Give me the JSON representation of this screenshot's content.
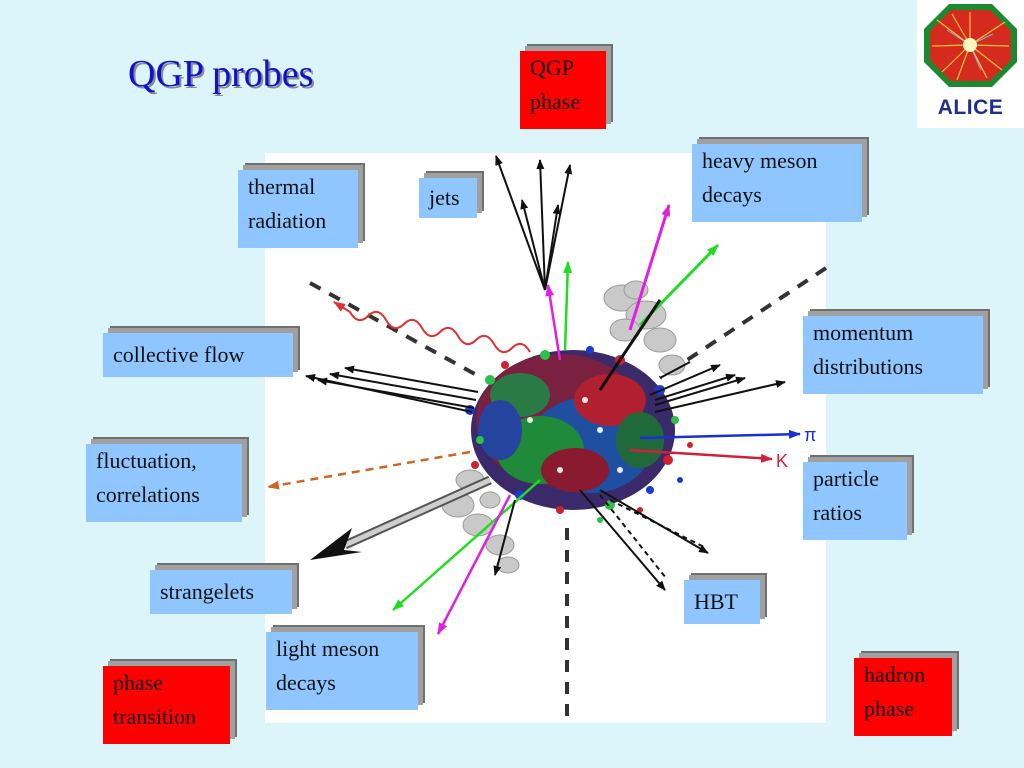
{
  "title": "QGP probes",
  "logo_text": "ALICE",
  "labels": {
    "qgp_phase": [
      "QGP",
      "phase"
    ],
    "heavy_meson_decays": [
      "heavy meson",
      "decays"
    ],
    "thermal_radiation": [
      "thermal",
      "radiation"
    ],
    "jets": [
      "jets"
    ],
    "momentum_distributions": [
      "momentum",
      "distributions"
    ],
    "collective_flow": [
      "collective flow"
    ],
    "fluctuation_correlations": [
      "fluctuation,",
      "correlations"
    ],
    "particle_ratios": [
      "particle",
      "ratios"
    ],
    "strangelets": [
      "strangelets"
    ],
    "hbt": [
      "HBT"
    ],
    "light_meson_decays": [
      "light meson",
      "decays"
    ],
    "phase_transition": [
      "phase",
      "transition"
    ],
    "hadron_phase": [
      "hadron",
      "phase"
    ]
  },
  "particle_labels": {
    "pi": "π",
    "k": "K"
  },
  "colors": {
    "background": "#dcf5fa",
    "title": "#1010d0",
    "box_blue": "#8fc6ff",
    "box_red": "#ff0000",
    "pion_arrow": "#1a2fd6",
    "kaon_arrow": "#d0203a",
    "thermal_wave": "#e03030",
    "strangelet_arrow": "#20dd20",
    "light_meson_arrow": "#e020e0",
    "fluctuation_arrow": "#cc6622"
  }
}
